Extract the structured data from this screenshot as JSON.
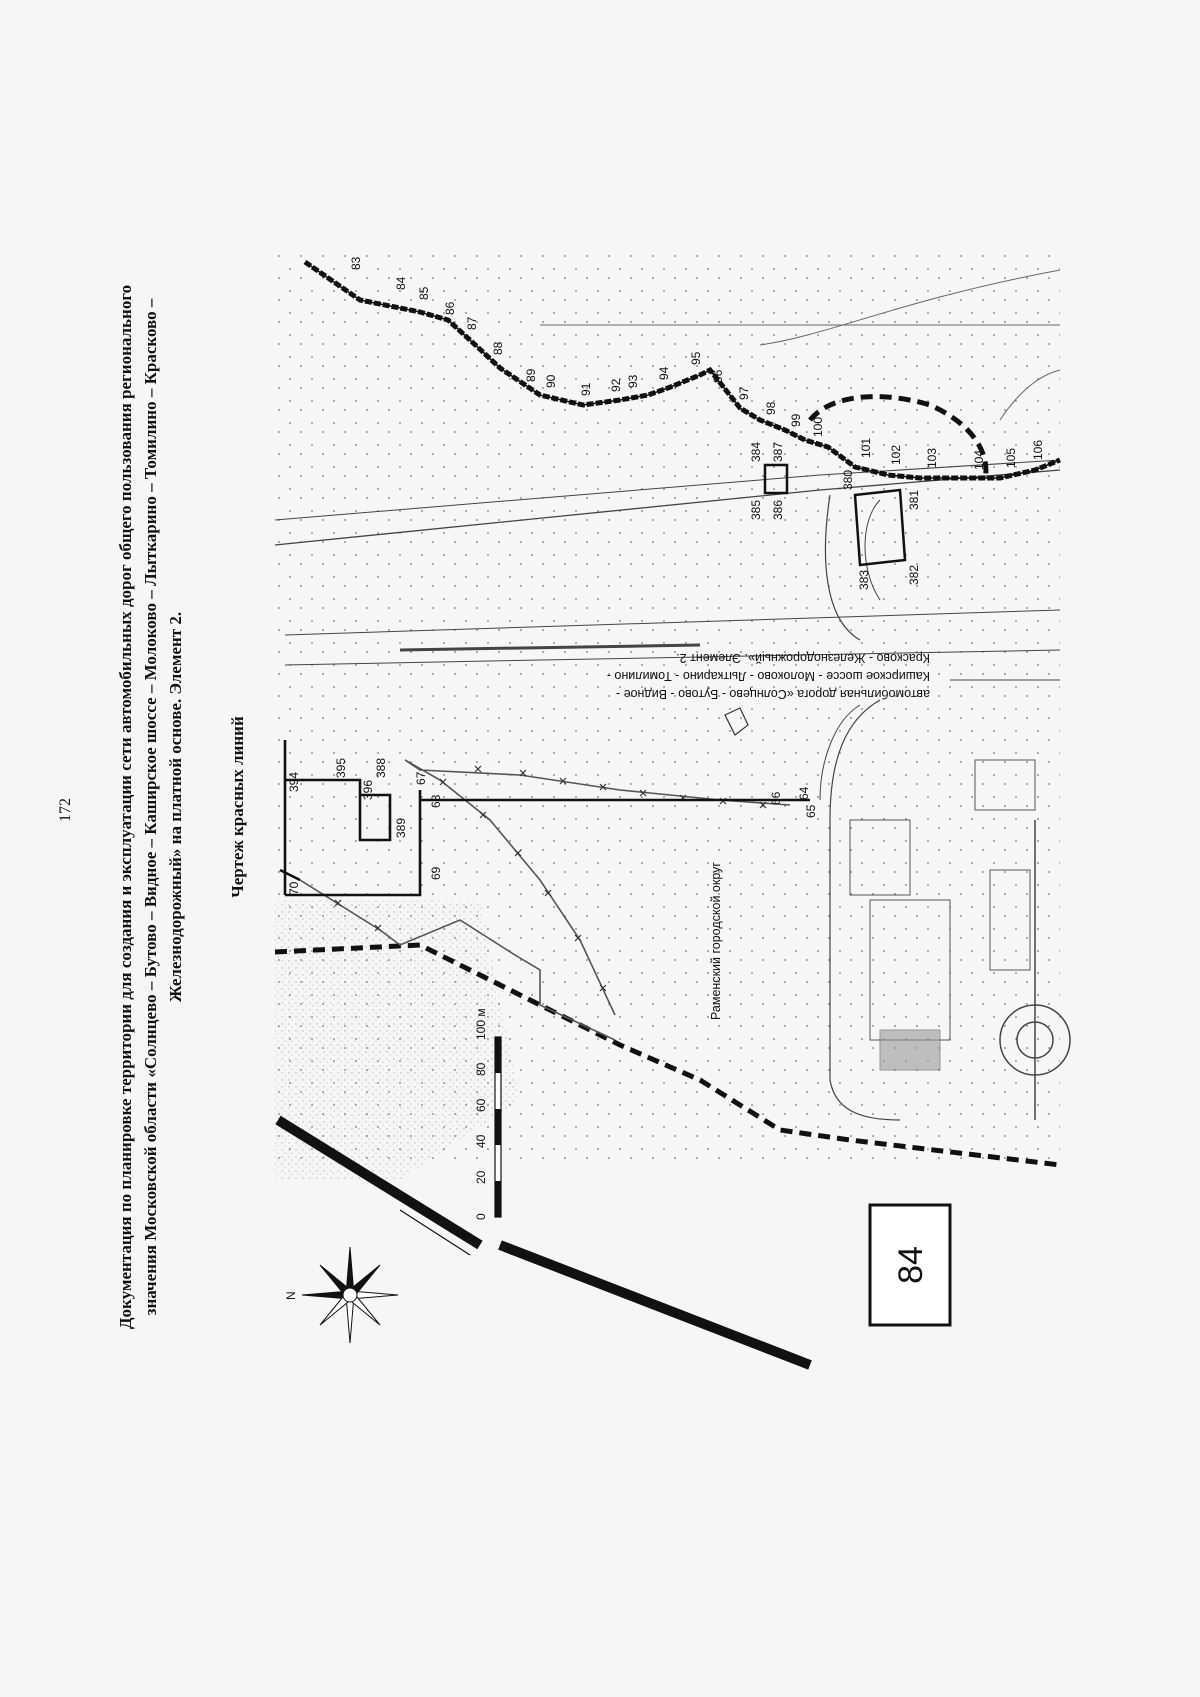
{
  "page_number": "172",
  "title_lines": [
    "Документация по планировке территории для создания и эксплуатации сети автомобильных дорог общего пользования регионального",
    "значения Московской области «Солнцево – Бутово – Видное – Каширское шоссе – Молоково – Лыткарино – Томилино – Красково –",
    "Железнодорожный» на платной основе. Элемент 2."
  ],
  "drawing_title": "Чертеж красных линий",
  "sheet_number": "84",
  "compass_label": "N",
  "scale_bar": {
    "labels": [
      "0",
      "20",
      "40",
      "60",
      "80",
      "100 м"
    ]
  },
  "district_label": "Раменский городской округ",
  "road_label_lines": [
    "автомобильная дорога «Солнцево - Бутово - Видное -",
    "Каширское шоссе - Молоково - Лыткарино - Томилино -",
    "Красково - Железнодорожный». Элемент 2."
  ],
  "boundary_points": [
    "83",
    "84",
    "85",
    "86",
    "87",
    "88",
    "89",
    "90",
    "91",
    "92",
    "93",
    "94",
    "95",
    "96",
    "97",
    "98",
    "99",
    "100",
    "101",
    "102",
    "103",
    "104",
    "105",
    "106"
  ],
  "block_points_a": [
    "384",
    "387",
    "385",
    "386"
  ],
  "block_points_b": [
    "380",
    "381",
    "382",
    "383"
  ],
  "left_points": [
    "394",
    "395",
    "396",
    "388",
    "389",
    "67",
    "68",
    "69",
    "70",
    "66",
    "65",
    "64"
  ],
  "colors": {
    "paper": "#f6f6f4",
    "ink": "#111111",
    "hatch": "#555555"
  }
}
